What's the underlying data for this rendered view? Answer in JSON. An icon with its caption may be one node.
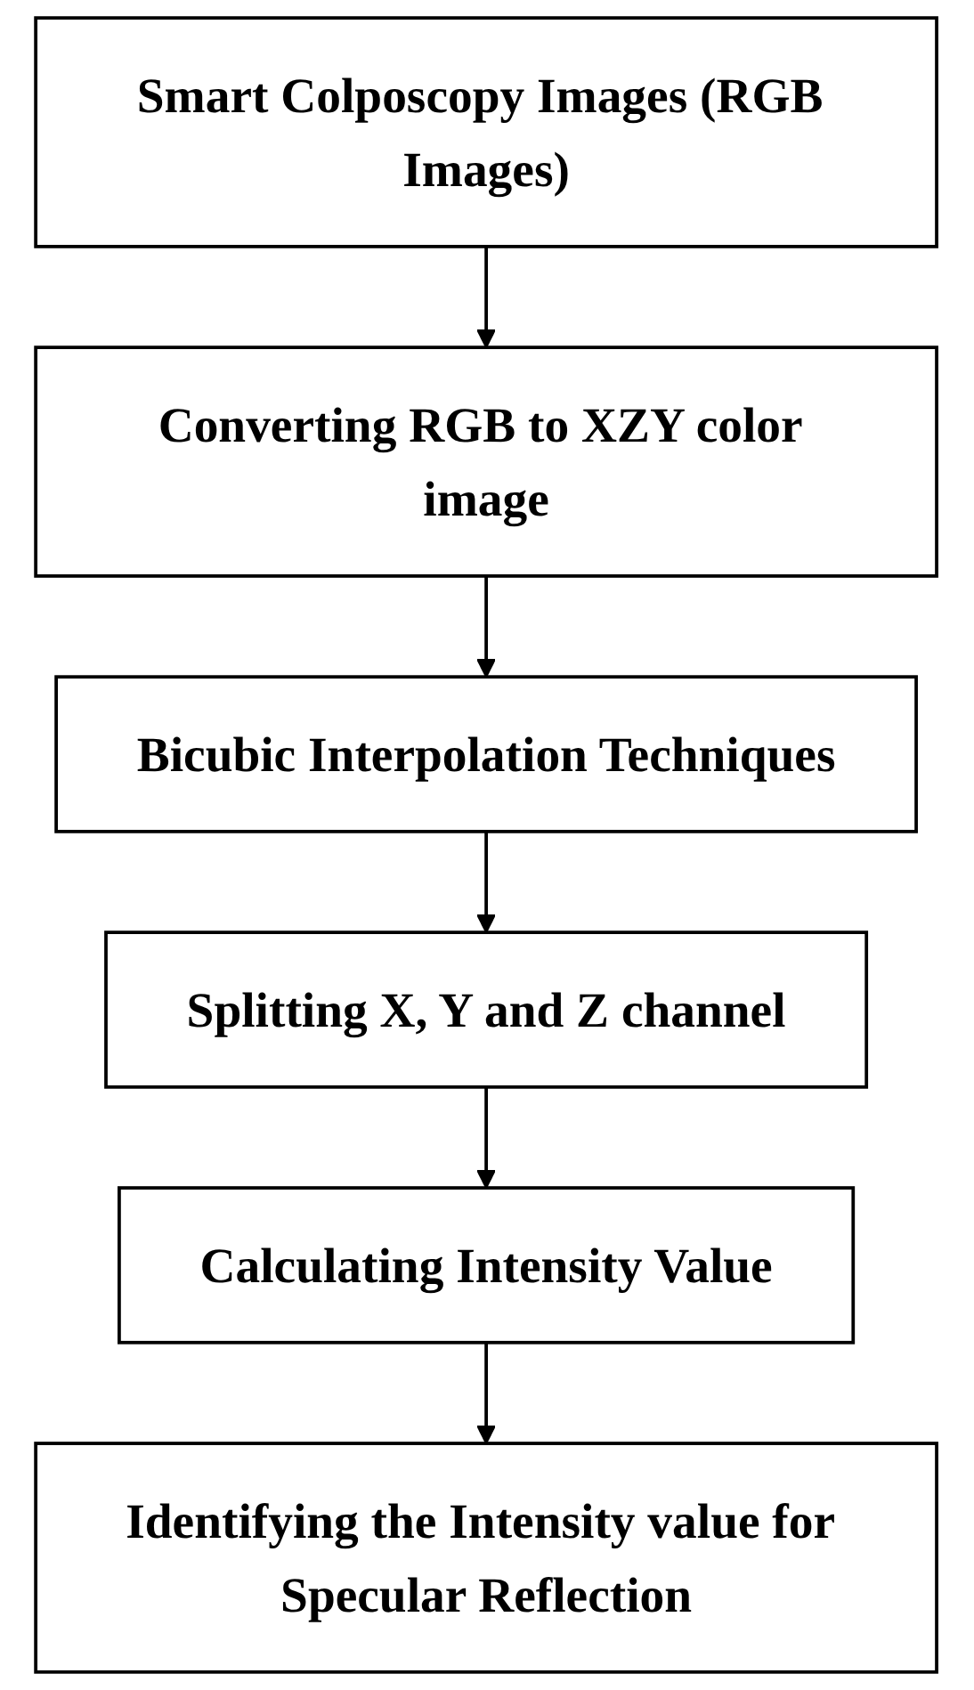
{
  "diagram": {
    "nodes": [
      {
        "text": [
          "Smart Colposcopy Images (RGB Images)"
        ]
      },
      {
        "text": [
          "Converting RGB to XZY color image"
        ]
      },
      {
        "text": [
          "Bicubic Interpolation Techniques"
        ]
      },
      {
        "text": [
          "Splitting X, Y and Z channel"
        ]
      },
      {
        "text": [
          "Calculating Intensity Value"
        ]
      },
      {
        "text": [
          "Identifying the Intensity value for Specular Reflection"
        ]
      }
    ],
    "edges": [
      {
        "from": 0,
        "to": 1,
        "arrow": "to"
      },
      {
        "from": 1,
        "to": 2,
        "arrow": "to"
      },
      {
        "from": 2,
        "to": 3,
        "arrow": "to"
      },
      {
        "from": 3,
        "to": 4,
        "arrow": "to"
      },
      {
        "from": 4,
        "to": 5,
        "arrow": "to"
      }
    ]
  }
}
